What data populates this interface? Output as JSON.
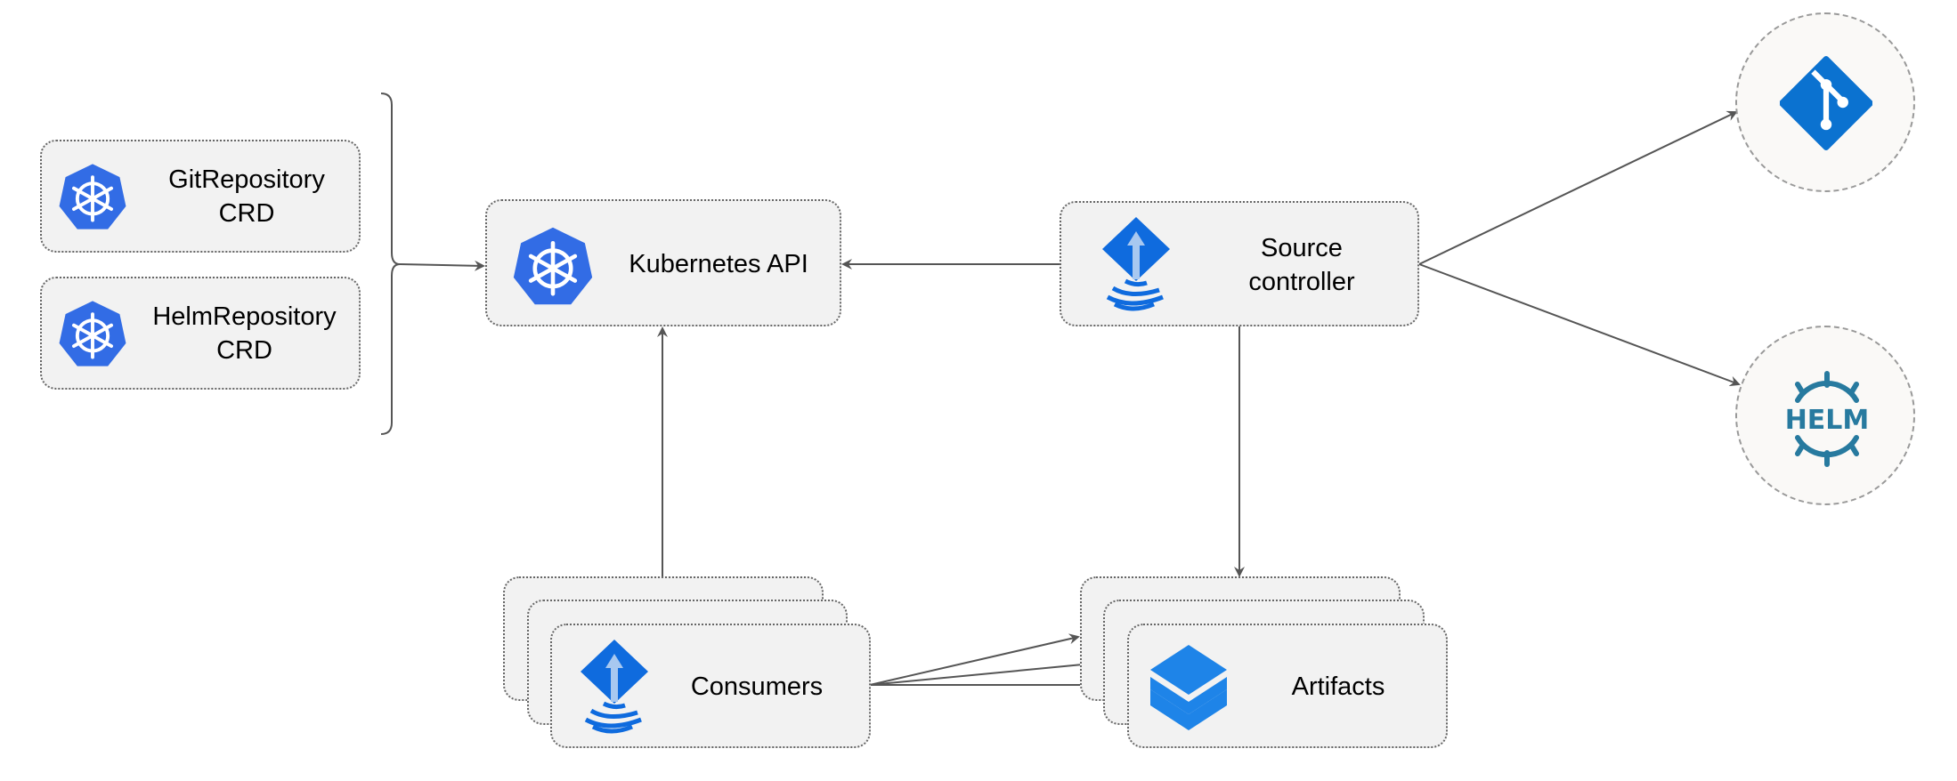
{
  "nodes": {
    "git_crd": {
      "line1": "GitRepository",
      "line2": "CRD",
      "icon": "kubernetes-icon"
    },
    "helm_crd": {
      "line1": "HelmRepository",
      "line2": "CRD",
      "icon": "kubernetes-icon"
    },
    "k8s_api": {
      "label": "Kubernetes API",
      "icon": "kubernetes-icon"
    },
    "source_controller": {
      "line1": "Source",
      "line2": "controller",
      "icon": "flux-icon"
    },
    "consumers": {
      "label": "Consumers",
      "icon": "flux-icon"
    },
    "artifacts": {
      "label": "Artifacts",
      "icon": "layers-icon"
    },
    "git": {
      "icon": "git-icon"
    },
    "helm": {
      "logo_text": "HELM",
      "icon": "helm-icon"
    }
  },
  "colors": {
    "k8s_blue": "#326ce5",
    "flux_blue": "#0f6bde",
    "git_blue": "#0b72d0",
    "helm_teal": "#277a9f",
    "artifact_blue": "#1e84e8",
    "edge": "#555555"
  }
}
